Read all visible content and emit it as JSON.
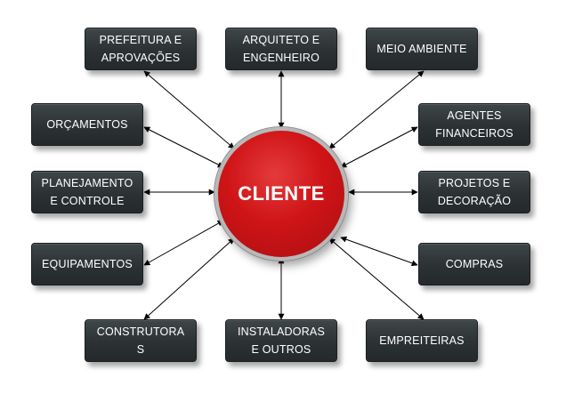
{
  "center": {
    "label": "CLIENTE"
  },
  "nodes": [
    {
      "id": "prefeitura",
      "lines": [
        "PREFEITURA E",
        "APROVAÇÕES"
      ]
    },
    {
      "id": "arquiteto",
      "lines": [
        "ARQUITETO E",
        "ENGENHEIRO"
      ]
    },
    {
      "id": "meio-ambiente",
      "lines": [
        "MEIO AMBIENTE"
      ]
    },
    {
      "id": "orcamentos",
      "lines": [
        "ORÇAMENTOS"
      ]
    },
    {
      "id": "agentes",
      "lines": [
        "AGENTES",
        "FINANCEIROS"
      ]
    },
    {
      "id": "planejamento",
      "lines": [
        "PLANEJAMENTO",
        "E CONTROLE"
      ]
    },
    {
      "id": "projetos",
      "lines": [
        "PROJETOS E",
        "DECORAÇÃO"
      ]
    },
    {
      "id": "equipamentos",
      "lines": [
        "EQUIPAMENTOS"
      ]
    },
    {
      "id": "compras",
      "lines": [
        "COMPRAS"
      ]
    },
    {
      "id": "construtoras",
      "lines": [
        "CONSTRUTORA",
        "S"
      ]
    },
    {
      "id": "instaladoras",
      "lines": [
        "INSTALADORAS",
        "E OUTROS"
      ]
    },
    {
      "id": "empreiteiras",
      "lines": [
        "EMPREITEIRAS"
      ]
    }
  ]
}
